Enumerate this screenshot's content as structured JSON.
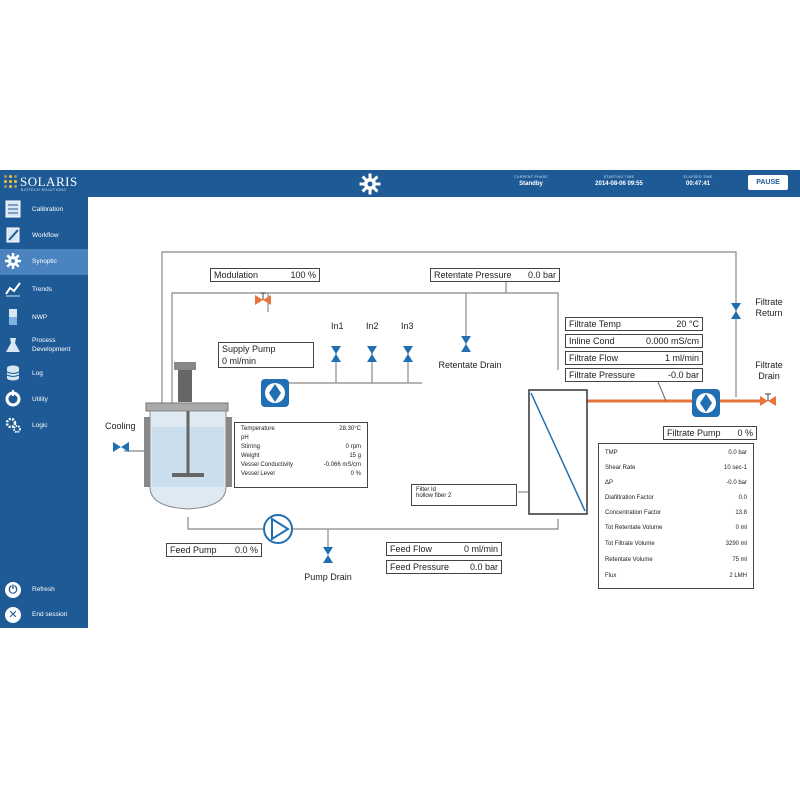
{
  "header": {
    "brand": "SOLARIS",
    "brand_sub": "BIOTECH SOLUTIONS",
    "current_phase_label": "CURRENT PHASE",
    "current_phase": "Standby",
    "starting_time_label": "STARTING TIME",
    "starting_time": "2014-08-06 09:55",
    "elapsed_time_label": "ELAPSED TIME",
    "elapsed_time": "00:47:41",
    "pause_label": "PAUSE"
  },
  "sidebar": {
    "items": [
      {
        "label": "Calibration"
      },
      {
        "label": "Workflow"
      },
      {
        "label": "Synoptic"
      },
      {
        "label": "Trends"
      },
      {
        "label": "NWP"
      },
      {
        "label": "Process",
        "label2": "Development"
      },
      {
        "label": "Log"
      },
      {
        "label": "Utility"
      },
      {
        "label": "Logic"
      }
    ],
    "refresh_label": "Refresh",
    "end_session_label": "End session"
  },
  "synoptic": {
    "modulation": {
      "label": "Modulation",
      "value": "100 %"
    },
    "retentate_pressure": {
      "label": "Retentate Pressure",
      "value": "0.0 bar"
    },
    "retentate_drain": "Retentate Drain",
    "inlets": [
      "In1",
      "In2",
      "In3"
    ],
    "supply_pump": {
      "label": "Supply Pump",
      "value": "0 ml/min"
    },
    "cooling": "Cooling",
    "vessel": {
      "rows": [
        {
          "k": "Temperature",
          "v": "28.30°C"
        },
        {
          "k": "pH",
          "v": ""
        },
        {
          "k": "Stirring",
          "v": "0 rpm"
        },
        {
          "k": "Weight",
          "v": "15 g"
        },
        {
          "k": "Vessel Conductivity",
          "v": "-0.066 mS/cm"
        },
        {
          "k": "Vessel Level",
          "v": "0 %"
        }
      ]
    },
    "filter": {
      "line1": "Filter Id",
      "line2": "hollow fiber 2"
    },
    "feed_pump": {
      "label": "Feed Pump",
      "value": "0.0 %"
    },
    "pump_drain": "Pump Drain",
    "feed_flow": {
      "label": "Feed Flow",
      "value": "0 ml/min"
    },
    "feed_pressure": {
      "label": "Feed Pressure",
      "value": "0.0 bar"
    },
    "filtrate_temp": {
      "label": "Filtrate Temp",
      "value": "20 °C"
    },
    "inline_cond": {
      "label": "Inline Cond",
      "value": "0.000 mS/cm"
    },
    "filtrate_flow": {
      "label": "Filtrate Flow",
      "value": "1 ml/min"
    },
    "filtrate_pressure": {
      "label": "Filtrate Pressure",
      "value": "-0.0 bar"
    },
    "filtrate_return": {
      "line1": "Filtrate",
      "line2": "Return"
    },
    "filtrate_drain": {
      "line1": "Filtrate",
      "line2": "Drain"
    },
    "filtrate_pump": {
      "label": "Filtrate Pump",
      "value": "0 %"
    },
    "stats": [
      {
        "k": "TMP",
        "v": "0.0 bar"
      },
      {
        "k": "Shear Rate",
        "v": "10 sec-1"
      },
      {
        "k": "ΔP",
        "v": "-0.0 bar"
      },
      {
        "k": "Diafiltration Factor",
        "v": "0.0"
      },
      {
        "k": "Concentration Factor",
        "v": "13.8"
      },
      {
        "k": "Tot Retentate Volume",
        "v": "0 ml"
      },
      {
        "k": "Tot Filtrate Volume",
        "v": "3290 ml"
      },
      {
        "k": "Retentate Volume",
        "v": "75 ml"
      },
      {
        "k": "Flux",
        "v": "2 LMH"
      }
    ]
  },
  "colors": {
    "brand_blue": "#1e5a96",
    "active_nav": "#4a83c0",
    "valve_blue": "#1f6fb2",
    "valve_orange": "#e8743b",
    "filtrate_line": "#e8743b"
  }
}
